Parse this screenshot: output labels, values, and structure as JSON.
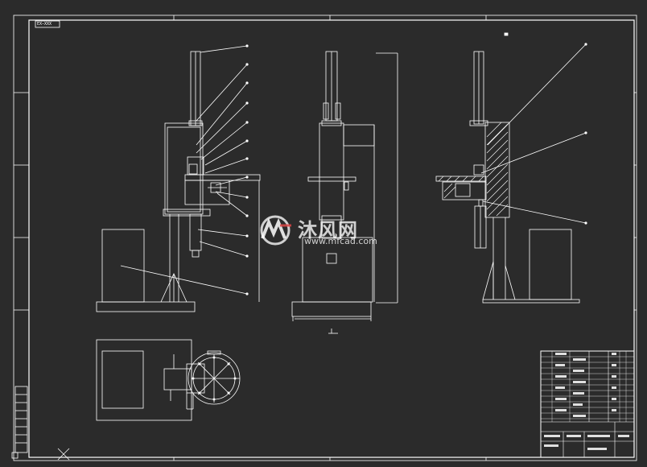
{
  "drawing": {
    "background": "#2b2b2b",
    "line_color": "#ffffff",
    "frame_tag": "EX—XXX",
    "watermark": {
      "logo_name": "mf-logo",
      "text": "沐风网",
      "url": "www.mfcad.com"
    },
    "views": [
      "front-elevation",
      "side-elevation",
      "section-view",
      "plan-view"
    ],
    "icons": [
      "mf-logo",
      "cross-mark"
    ]
  }
}
